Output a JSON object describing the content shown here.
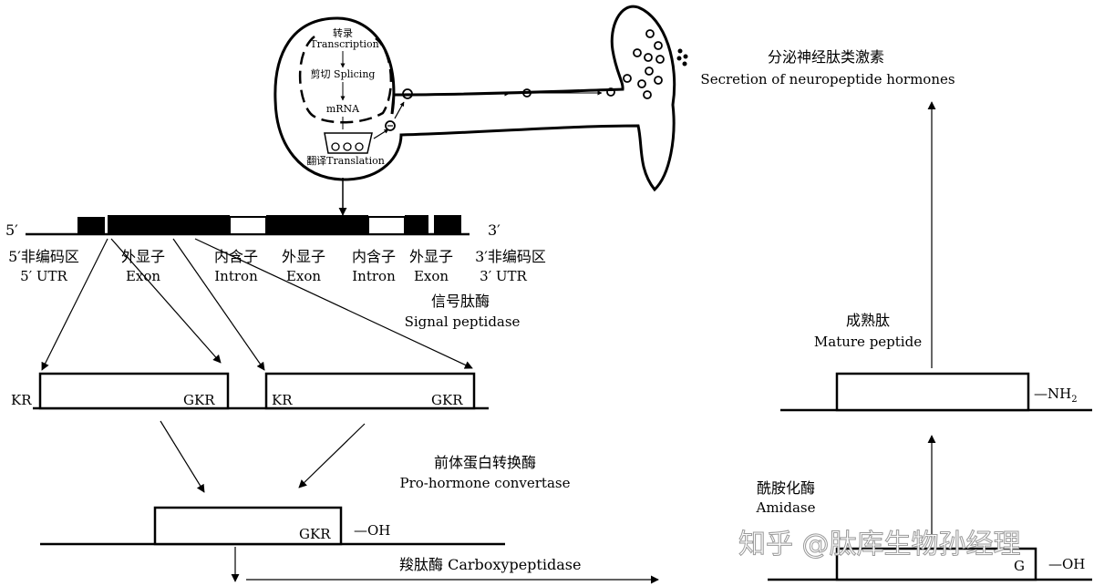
{
  "neuron": {
    "transcription_cn": "转录",
    "transcription_en": "Transcription",
    "splicing": "剪切 Splicing",
    "mrna": "mRNA",
    "translation": "翻译Translation"
  },
  "gene": {
    "five_prime": "5′",
    "three_prime": "3′",
    "regions": [
      {
        "cn": "5′非编码区",
        "en": "5′ UTR"
      },
      {
        "cn": "外显子",
        "en": "Exon"
      },
      {
        "cn": "内含子",
        "en": "Intron"
      },
      {
        "cn": "外显子",
        "en": "Exon"
      },
      {
        "cn": "内含子",
        "en": "Intron"
      },
      {
        "cn": "外显子",
        "en": "Exon"
      },
      {
        "cn": "3′非编码区",
        "en": "3′ UTR"
      }
    ]
  },
  "enzymes": {
    "signal_peptidase_cn": "信号肽酶",
    "signal_peptidase_en": "Signal peptidase",
    "prohormone_cn": "前体蛋白转换酶",
    "prohormone_en": "Pro-hormone convertase",
    "carboxypeptidase": "羧肽酶  Carboxypeptidase",
    "amidase_cn": "酰胺化酶",
    "amidase_en": "Amidase"
  },
  "peptides": {
    "kr": "KR",
    "gkr": "GKR",
    "oh": "—OH",
    "g": "G",
    "nh2": "—NH",
    "nh2_sub": "2",
    "mature_cn": "成熟肽",
    "mature_en": "Mature peptide"
  },
  "secretion": {
    "cn": "分泌神经肽类激素",
    "en": "Secretion of neuropeptide hormones"
  },
  "watermark": "知乎 @肽库生物孙经理"
}
